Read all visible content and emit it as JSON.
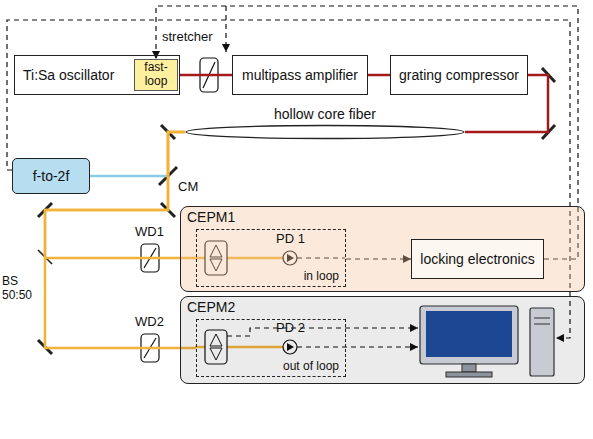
{
  "diagram": {
    "nodes": [
      {
        "text": [
          "Ti:Sa oscillator"
        ]
      },
      {
        "text": [
          "fast-loop"
        ],
        "in": 0
      },
      {
        "text": [
          "multipass amplifier"
        ]
      },
      {
        "text": [
          "grating compressor"
        ]
      },
      {
        "text": [
          "hollow core fiber"
        ]
      },
      {
        "text": [
          "f-to-2f"
        ]
      },
      {
        "text": [
          "CEPM1"
        ]
      },
      {
        "text": [
          "in loop"
        ],
        "in": 6
      },
      {
        "text": [
          "locking electronics"
        ],
        "in": 6
      },
      {
        "text": [
          "CEPM2"
        ]
      },
      {
        "text": [
          "out of loop"
        ],
        "in": 9
      }
    ],
    "edges": [
      {
        "from": 0,
        "to": 2,
        "arrow": "none"
      },
      {
        "from": 2,
        "to": 3,
        "arrow": "none"
      },
      {
        "from": 3,
        "to": 4,
        "arrow": "none"
      },
      {
        "from": 4,
        "to": 5,
        "arrow": "none"
      },
      {
        "from": 4,
        "to": 7,
        "arrow": "none"
      },
      {
        "from": 4,
        "to": 10,
        "arrow": "none"
      },
      {
        "from": 7,
        "to": 8,
        "arrow": "to"
      },
      {
        "from": 8,
        "to": 1,
        "arrow": "to"
      }
    ],
    "labels": [
      "stretcher",
      "CM",
      "WD1",
      "WD2",
      "BS 50:50",
      "PD 1",
      "PD 2"
    ]
  }
}
